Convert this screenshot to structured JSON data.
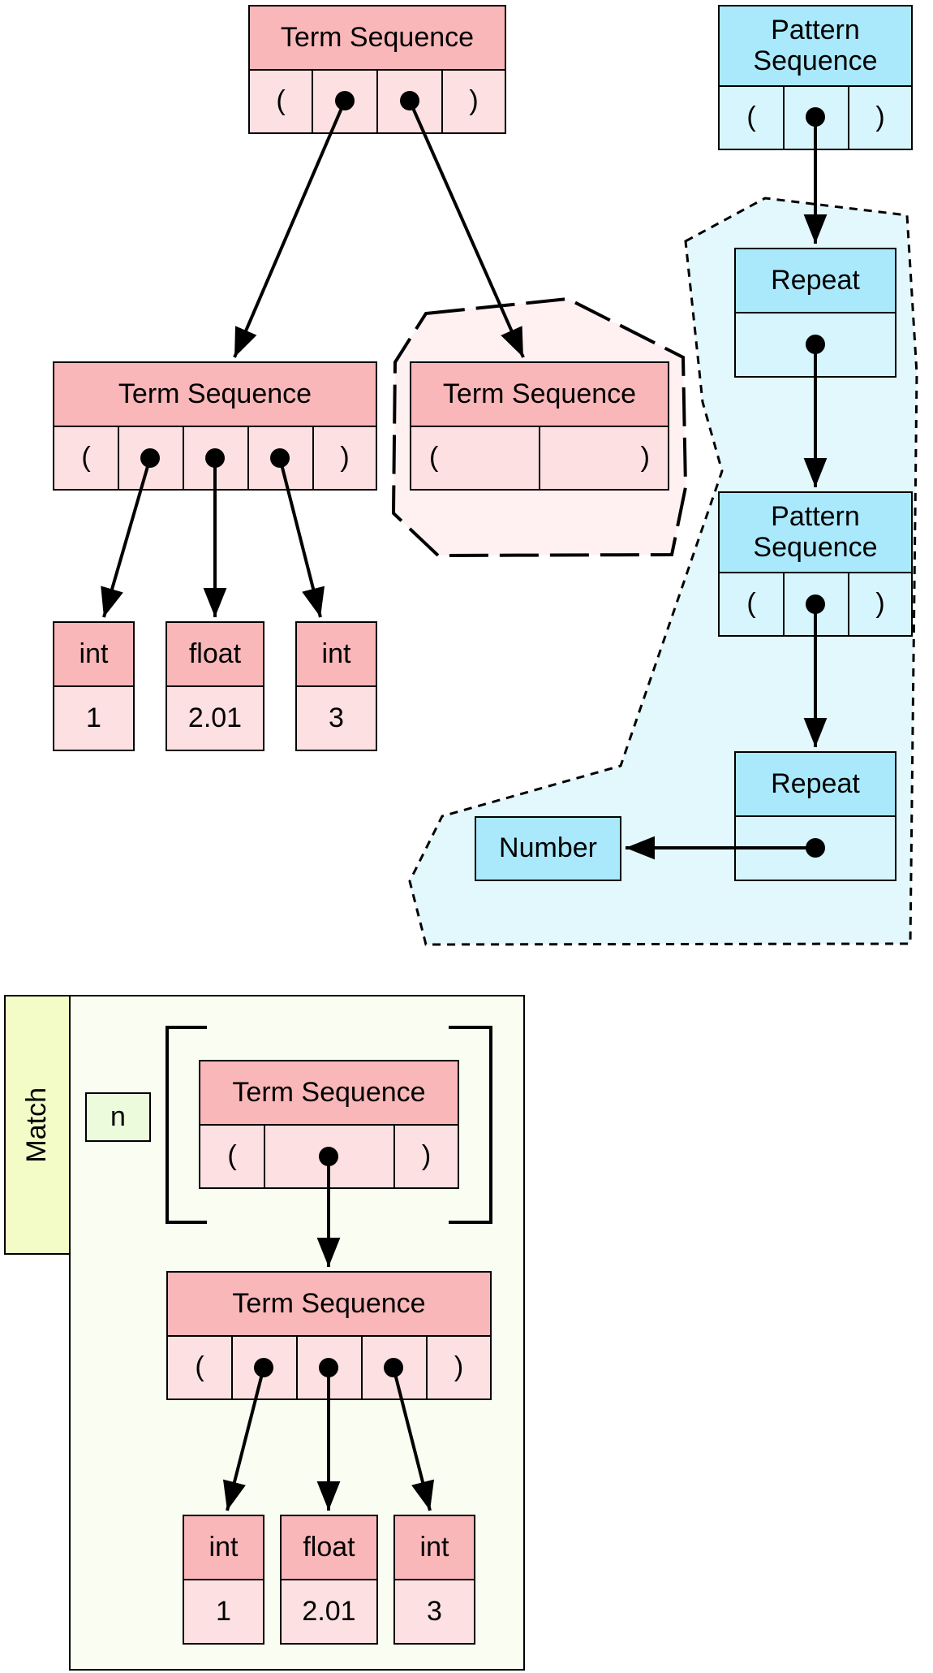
{
  "labels": {
    "term_sequence": "Term Sequence",
    "pattern_sequence": "Pattern\nSequence",
    "repeat": "Repeat",
    "number": "Number",
    "match": "Match",
    "variable": "n",
    "open_paren": "(",
    "close_paren": ")"
  },
  "upper_terms": [
    {
      "type": "int",
      "value": "1"
    },
    {
      "type": "float",
      "value": "2.01"
    },
    {
      "type": "int",
      "value": "3"
    }
  ],
  "match_terms": [
    {
      "type": "int",
      "value": "1"
    },
    {
      "type": "float",
      "value": "2.01"
    },
    {
      "type": "int",
      "value": "3"
    }
  ],
  "colors": {
    "term_header": "#f9b7b9",
    "term_body": "#fde0e1",
    "pattern_header": "#a9e9fb",
    "pattern_body": "#d7f5fd",
    "pattern_region": "#e2f8fd",
    "empty_term_region": "#fff1f2",
    "match_tab": "#f3fbc7",
    "match_panel": "#fafdf1",
    "variable_box": "#ebfbdc"
  }
}
